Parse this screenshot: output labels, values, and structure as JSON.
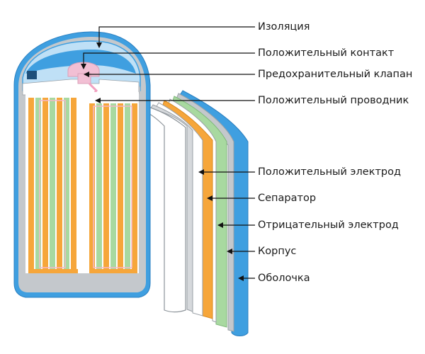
{
  "labels": {
    "insulation": "Изоляция",
    "positive_contact": "Положительный контакт",
    "safety_valve": "Предохранительный клапан",
    "positive_conductor": "Положительный проводник",
    "positive_electrode": "Положительный электрод",
    "separator": "Сепаратор",
    "negative_electrode": "Отрицательный электрод",
    "case": "Корпус",
    "shell": "Оболочка"
  },
  "colors": {
    "shell_blue": "#3f9fe0",
    "insulation_light_blue": "#bfe0f6",
    "case_gray": "#c4c8cc",
    "positive_electrode_orange": "#f6a63a",
    "negative_electrode_green": "#a8d9a0",
    "contact_pink": "#f2bfd4",
    "leader_line": "#111111"
  }
}
